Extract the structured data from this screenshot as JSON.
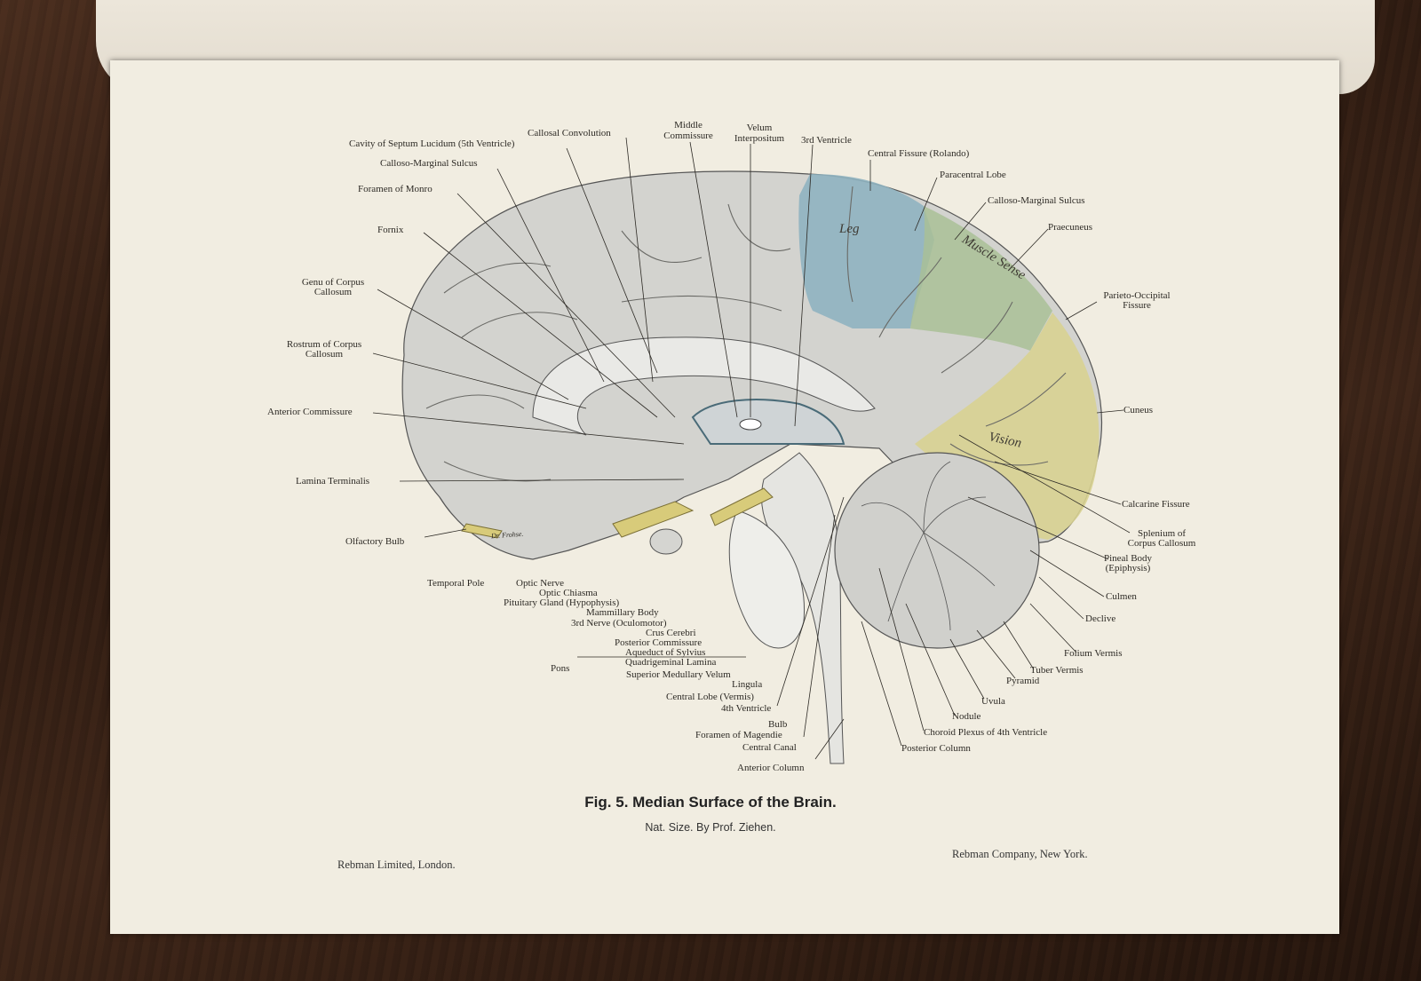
{
  "labels": {
    "callosal_convolution": "Callosal Convolution",
    "middle_commissure_1": "Middle",
    "middle_commissure_2": "Commissure",
    "velum_1": "Velum",
    "velum_2": "Interpositum",
    "third_ventricle": "3rd Ventricle",
    "cavity_septum": "Cavity of Septum Lucidum (5th Ventricle)",
    "central_fissure": "Central Fissure (Rolando)",
    "calloso_marginal_left": "Calloso-Marginal Sulcus",
    "paracentral_lobe": "Paracentral Lobe",
    "foramen_monro": "Foramen of Monro",
    "calloso_marginal_right": "Calloso-Marginal Sulcus",
    "praecuneus": "Praecuneus",
    "fornix": "Fornix",
    "genu_1": "Genu of Corpus",
    "genu_2": "Callosum",
    "parieto_1": "Parieto-Occipital",
    "parieto_2": "Fissure",
    "rostrum_1": "Rostrum of Corpus",
    "rostrum_2": "Callosum",
    "anterior_commissure": "Anterior Commissure",
    "cuneus": "Cuneus",
    "lamina_terminalis": "Lamina Terminalis",
    "calcarine": "Calcarine Fissure",
    "splenium_1": "Splenium of",
    "splenium_2": "Corpus Callosum",
    "olfactory_bulb": "Olfactory Bulb",
    "pineal_1": "Pineal Body",
    "pineal_2": "(Epiphysis)",
    "temporal_pole": "Temporal Pole",
    "optic_nerve": "Optic Nerve",
    "optic_chiasma": "Optic Chiasma",
    "pituitary": "Pituitary Gland (Hypophysis)",
    "mammillary": "Mammillary Body",
    "third_nerve": "3rd Nerve (Oculomotor)",
    "crus": "Crus Cerebri",
    "posterior_commissure": "Posterior Commissure",
    "aqueduct": "Aqueduct of Sylvius",
    "quadrigeminal": "Quadrigeminal Lamina",
    "pons": "Pons",
    "superior_velum": "Superior Medullary Velum",
    "lingula": "Lingula",
    "central_lobe": "Central Lobe (Vermis)",
    "fourth_ventricle": "4th Ventricle",
    "bulb": "Bulb",
    "foramen_magendie": "Foramen of Magendie",
    "central_canal": "Central Canal",
    "anterior_column": "Anterior Column",
    "culmen": "Culmen",
    "declive": "Declive",
    "folium": "Folium Vermis",
    "tuber": "Tuber Vermis",
    "pyramid": "Pyramid",
    "uvula": "Uvula",
    "nodule": "Nodule",
    "choroid": "Choroid Plexus of 4th Ventricle",
    "posterior_column": "Posterior Column"
  },
  "regions": {
    "leg": "Leg",
    "muscle_sense": "Muscle Sense",
    "vision": "Vision"
  },
  "signature": "Dr. Frohse.",
  "caption": {
    "title": "Fig. 5.  Median Surface of the Brain.",
    "subtitle": "Nat. Size.  By Prof. Ziehen."
  },
  "publishers": {
    "left": "Rebman Limited, London.",
    "right": "Rebman Company, New York."
  },
  "colors": {
    "leg": "#8fb3c0",
    "muscle_sense": "#a9bf97",
    "vision": "#d8d191",
    "brain": "#d6d6d2",
    "paper": "#f1ede1"
  }
}
